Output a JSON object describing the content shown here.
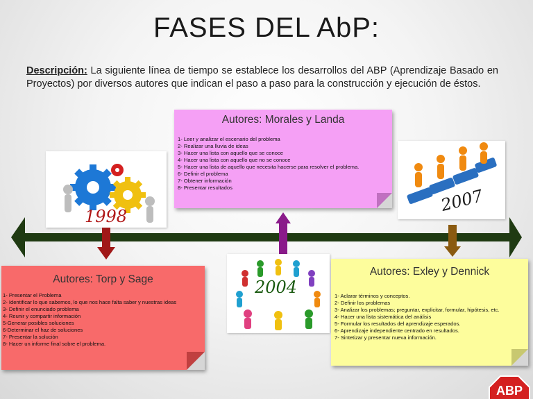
{
  "title": "FASES DEL AbP:",
  "description": {
    "label": "Descripción:",
    "text": " La siguiente línea de tiempo se establece los desarrollos del ABP (Aprendizaje Basado en Proyectos) por diversos autores que indican el paso a paso para la construcción y ejecución de éstos."
  },
  "timeline": {
    "years": [
      "1998",
      "2004",
      "2007"
    ]
  },
  "notes": {
    "morales": {
      "title": "Autores: Morales y Landa",
      "items": [
        "1- Leer y analizar el escenario del problema",
        "2- Realizar una lluvia de ideas",
        "3- Hacer una lista con aquello que se conoce",
        "4- Hacer una lista con aquello que no se conoce",
        "5- Hacer una lista de aquello que necesita hacerse para resolver el problema.",
        "6- Definir el problema",
        "7- Obtener información",
        "8- Presentar resultados"
      ]
    },
    "torp": {
      "title": "Autores: Torp y Sage",
      "items": [
        "1- Presentar el Problema",
        "2- Identificar lo que sabemos, lo que nos hace falta saber y nuestras ideas",
        "3- Definir el enunciado problema",
        "4- Reunir y compartir información",
        "5-Generar posibles soluciones",
        "6-Determinar el haz de soluciones",
        "7- Presentar la solución",
        "8- Hacer un informe final sobre el problema."
      ]
    },
    "exley": {
      "title": "Autores: Exley y Dennick",
      "items": [
        "1- Aclarar términos y conceptos.",
        "2- Definir los problemas",
        "3- Analizar los problemas; preguntar, explicitar, formular, hipótesis, etc.",
        "4- Hacer una lista sistemática del análisis",
        "5- Formular los resultados del aprendizaje esperados.",
        "6- Aprendizaje independiente centrado en resultados.",
        "7- Sintetizar y presentar nueva información."
      ]
    }
  },
  "logo": {
    "text": "ABP"
  },
  "colors": {
    "timeline": "#1f3a12",
    "morales_note": "#f5a0f5",
    "torp_note": "#f86a6a",
    "exley_note": "#fdfd9c",
    "arrow_red": "#a01818",
    "arrow_purple": "#8a1a8a",
    "arrow_brown": "#8a5a10"
  }
}
